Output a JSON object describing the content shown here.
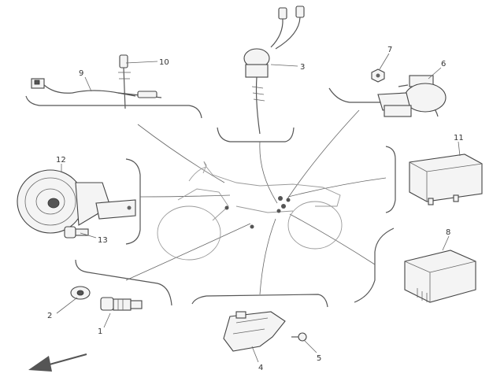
{
  "diagram": {
    "callouts": [
      {
        "id": "c1",
        "label": "1"
      },
      {
        "id": "c2",
        "label": "2"
      },
      {
        "id": "c3",
        "label": "3"
      },
      {
        "id": "c4",
        "label": "4"
      },
      {
        "id": "c5",
        "label": "5"
      },
      {
        "id": "c6",
        "label": "6"
      },
      {
        "id": "c7",
        "label": "7"
      },
      {
        "id": "c8",
        "label": "8"
      },
      {
        "id": "c9",
        "label": "9"
      },
      {
        "id": "c10",
        "label": "10"
      },
      {
        "id": "c11",
        "label": "11"
      },
      {
        "id": "c12",
        "label": "12"
      },
      {
        "id": "c13",
        "label": "13"
      }
    ],
    "colors": {
      "line": "#555555",
      "background": "#ffffff"
    }
  }
}
